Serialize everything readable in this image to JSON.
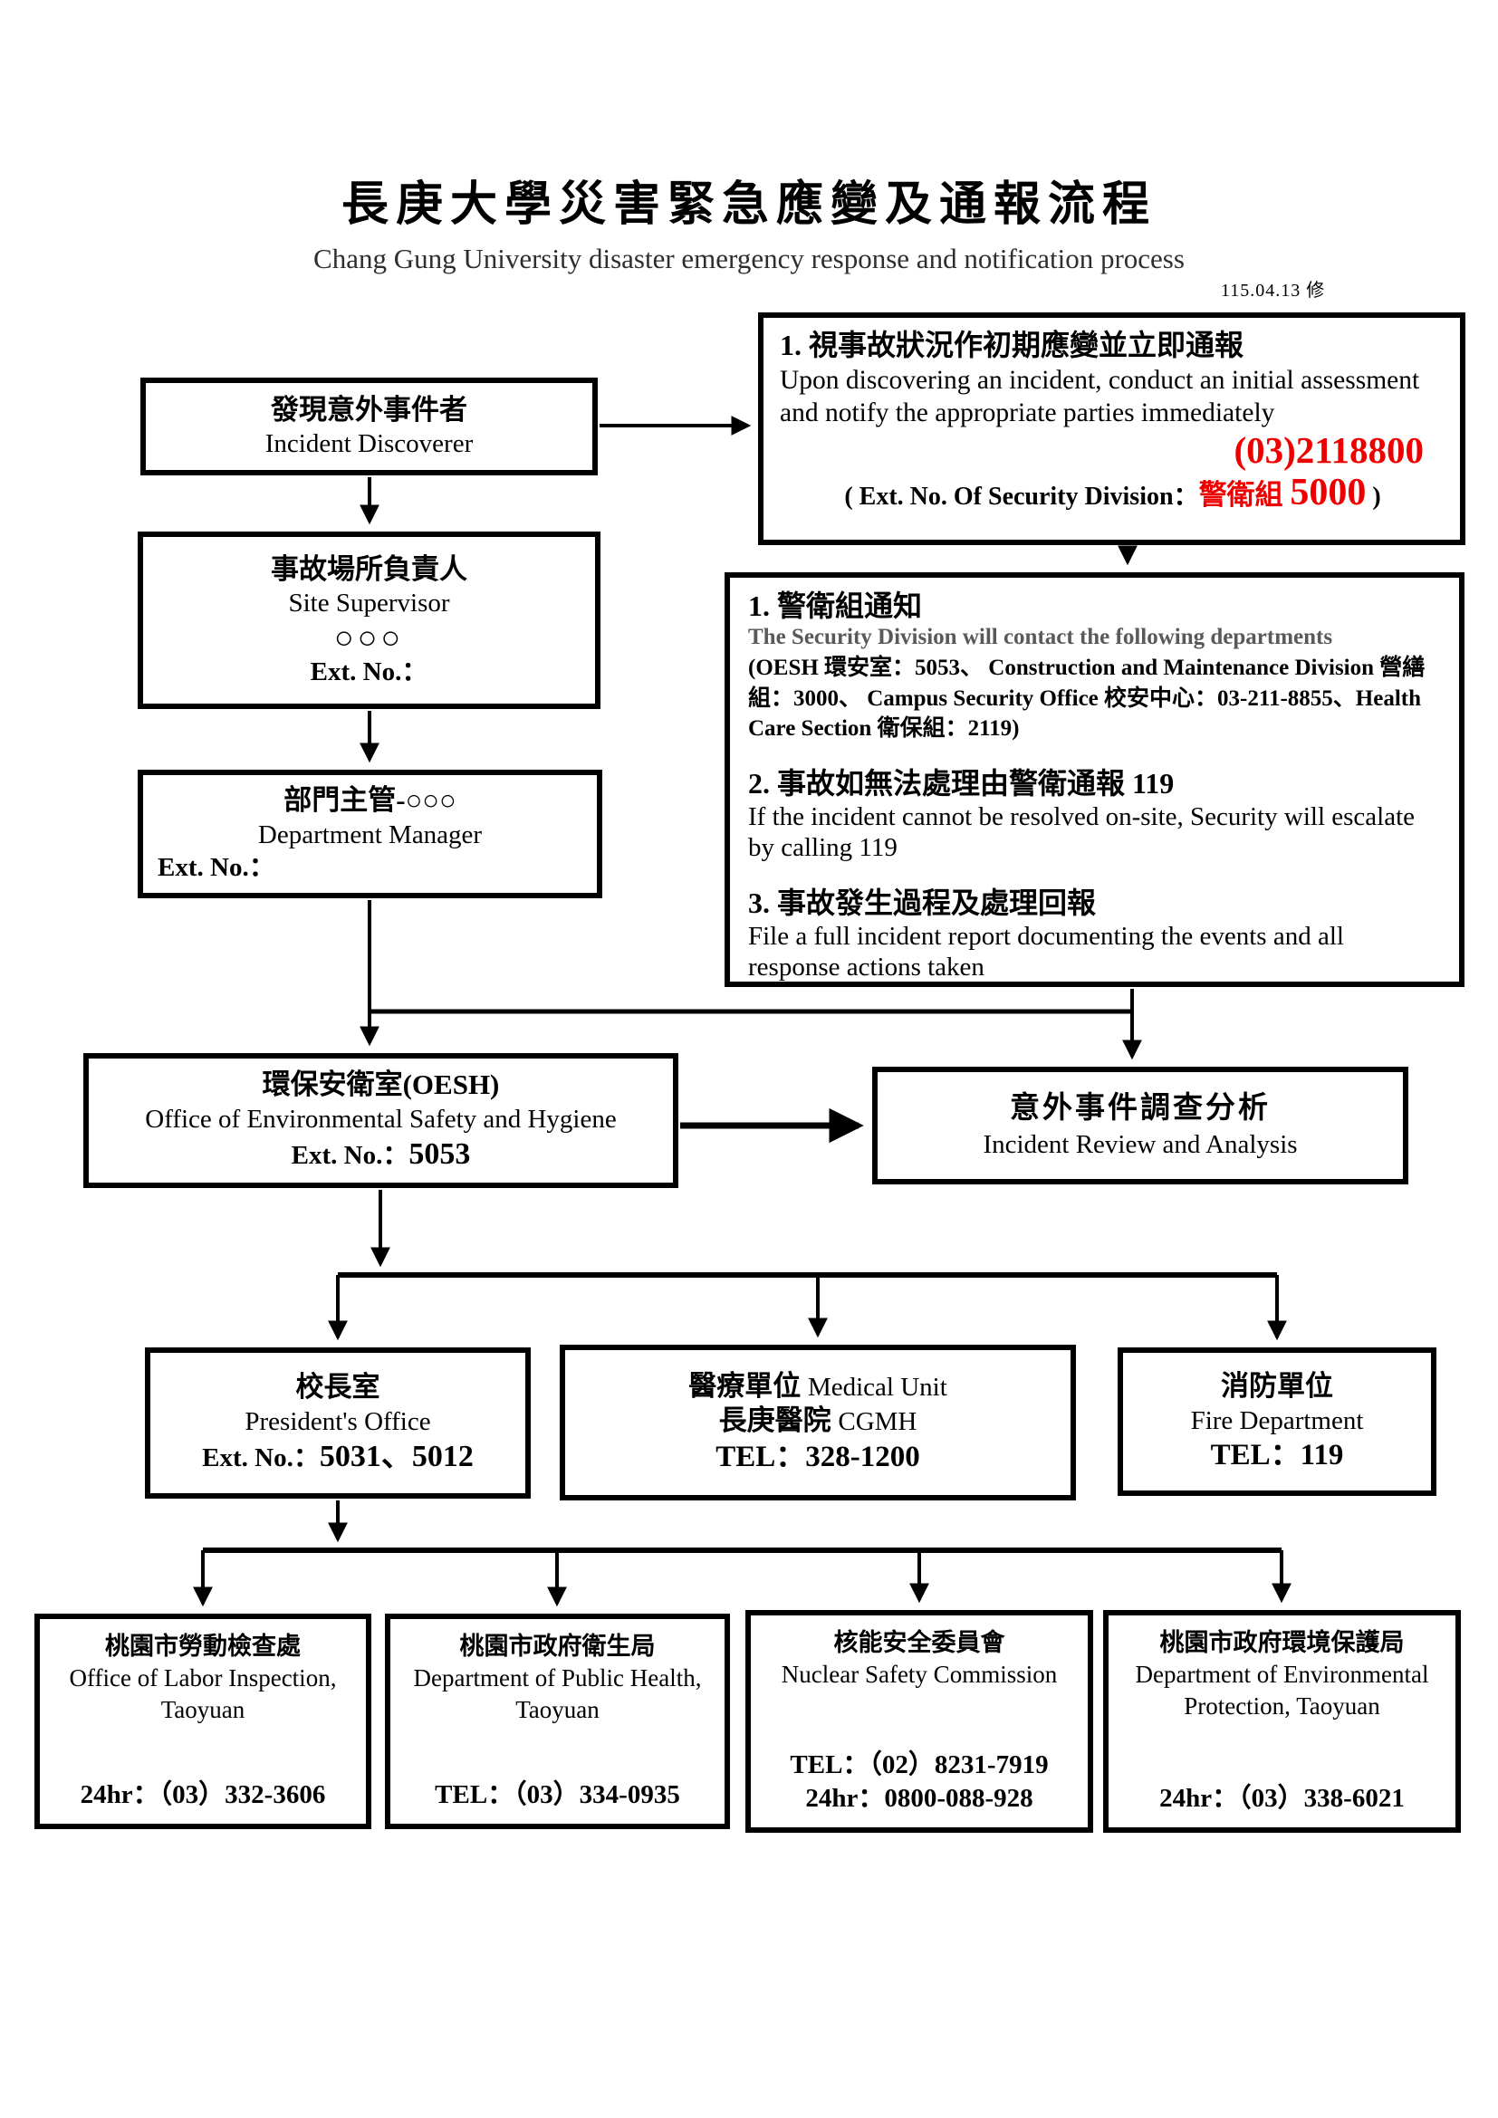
{
  "header": {
    "title_zh": "長庚大學災害緊急應變及通報流程",
    "title_en": "Chang Gung University disaster emergency response and notification process",
    "revision": "115.04.13 修"
  },
  "colors": {
    "accent_red": "#ee0000",
    "muted_gray": "#595959",
    "line_black": "#000000"
  },
  "nodes": {
    "incident_discoverer": {
      "zh": "發現意外事件者",
      "en": "Incident Discoverer"
    },
    "initial_response": {
      "step_zh": "1. 視事故狀況作初期應變並立即通報",
      "body_en": "Upon discovering an incident, conduct an initial assessment and notify the appropriate parties immediately",
      "phone": "(03)2118800",
      "ext_prefix": "( Ext. No. Of Security Division：",
      "ext_red_zh": "警衛組 ",
      "ext_red_num": "5000",
      "ext_suffix": " )"
    },
    "site_supervisor": {
      "zh": "事故場所負責人",
      "en": "Site Supervisor",
      "name_placeholder": "○○○",
      "ext_label": "Ext. No.："
    },
    "security_steps": {
      "step1_zh": "1. 警衛組通知",
      "step1_en": "The Security Division will contact the following departments",
      "step1_detail": "(OESH 環安室：5053、 Construction and Maintenance Division 營繕組：3000、 Campus Security Office 校安中心：03-211-8855、Health Care Section 衛保組：2119)",
      "step2_zh": "2. 事故如無法處理由警衛通報 119",
      "step2_en": "If the incident cannot be resolved on-site, Security will escalate by calling 119",
      "step3_zh": "3. 事故發生過程及處理回報",
      "step3_en": "File a full incident report documenting the events and all response actions taken"
    },
    "department_manager": {
      "zh": "部門主管-○○○",
      "en": "Department Manager",
      "ext_label": "Ext. No.："
    },
    "oesh": {
      "zh": "環保安衛室(OESH)",
      "en": "Office of Environmental Safety and Hygiene",
      "ext_label": "Ext. No.：",
      "ext_value": "5053"
    },
    "incident_review": {
      "zh": "意外事件調查分析",
      "en": "Incident Review and Analysis"
    },
    "presidents_office": {
      "zh": "校長室",
      "en": "President's Office",
      "ext_label": "Ext. No.：",
      "ext_value": "5031、5012"
    },
    "medical_unit": {
      "zh1": "醫療單位 ",
      "en1": "Medical Unit",
      "zh2": "長庚醫院 ",
      "en2": "CGMH",
      "tel": "TEL：328-1200"
    },
    "fire_department": {
      "zh": "消防單位",
      "en": "Fire Department",
      "tel": "TEL：119"
    },
    "labor_inspection": {
      "zh": "桃園市勞動檢查處",
      "en": "Office of Labor Inspection, Taoyuan",
      "phone": "24hr：（03）332-3606"
    },
    "public_health": {
      "zh": "桃園市政府衛生局",
      "en": "Department of Public Health, Taoyuan",
      "phone": "TEL：（03）334-0935"
    },
    "nuclear_safety": {
      "zh": "核能安全委員會",
      "en": "Nuclear Safety Commission",
      "phone1": "TEL：（02）8231-7919",
      "phone2": "24hr：0800-088-928"
    },
    "environmental_protection": {
      "zh": "桃園市政府環境保護局",
      "en": "Department of Environmental Protection, Taoyuan",
      "phone": "24hr：（03）338-6021"
    }
  }
}
